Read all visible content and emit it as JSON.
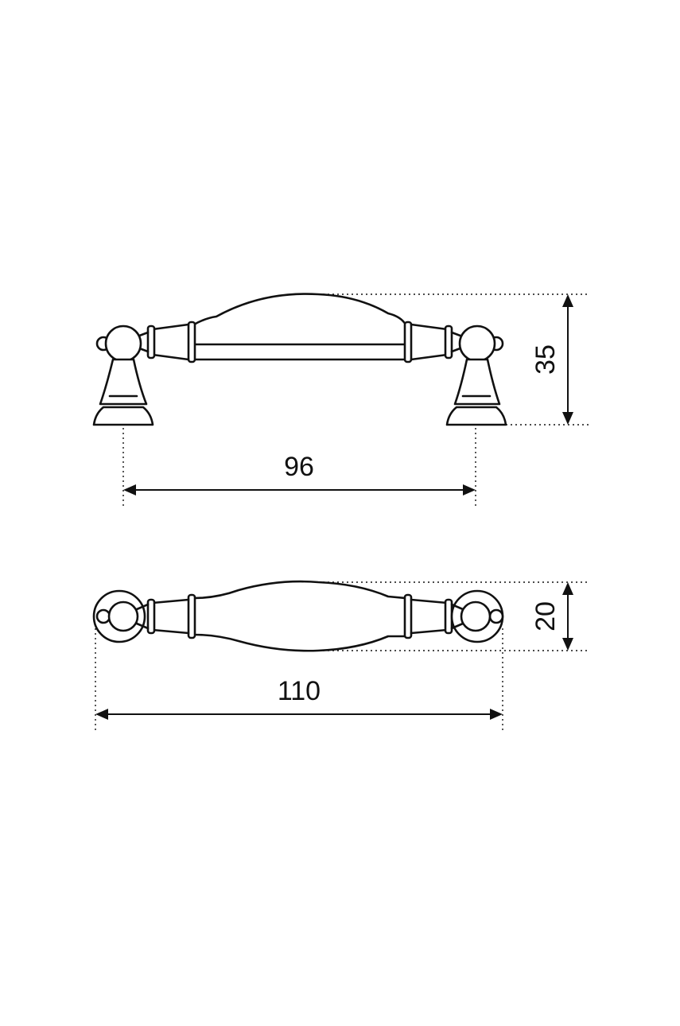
{
  "dimensions": {
    "front_view": {
      "hole_spacing": "96",
      "height": "35"
    },
    "top_view": {
      "overall_length": "110",
      "depth": "20"
    }
  }
}
